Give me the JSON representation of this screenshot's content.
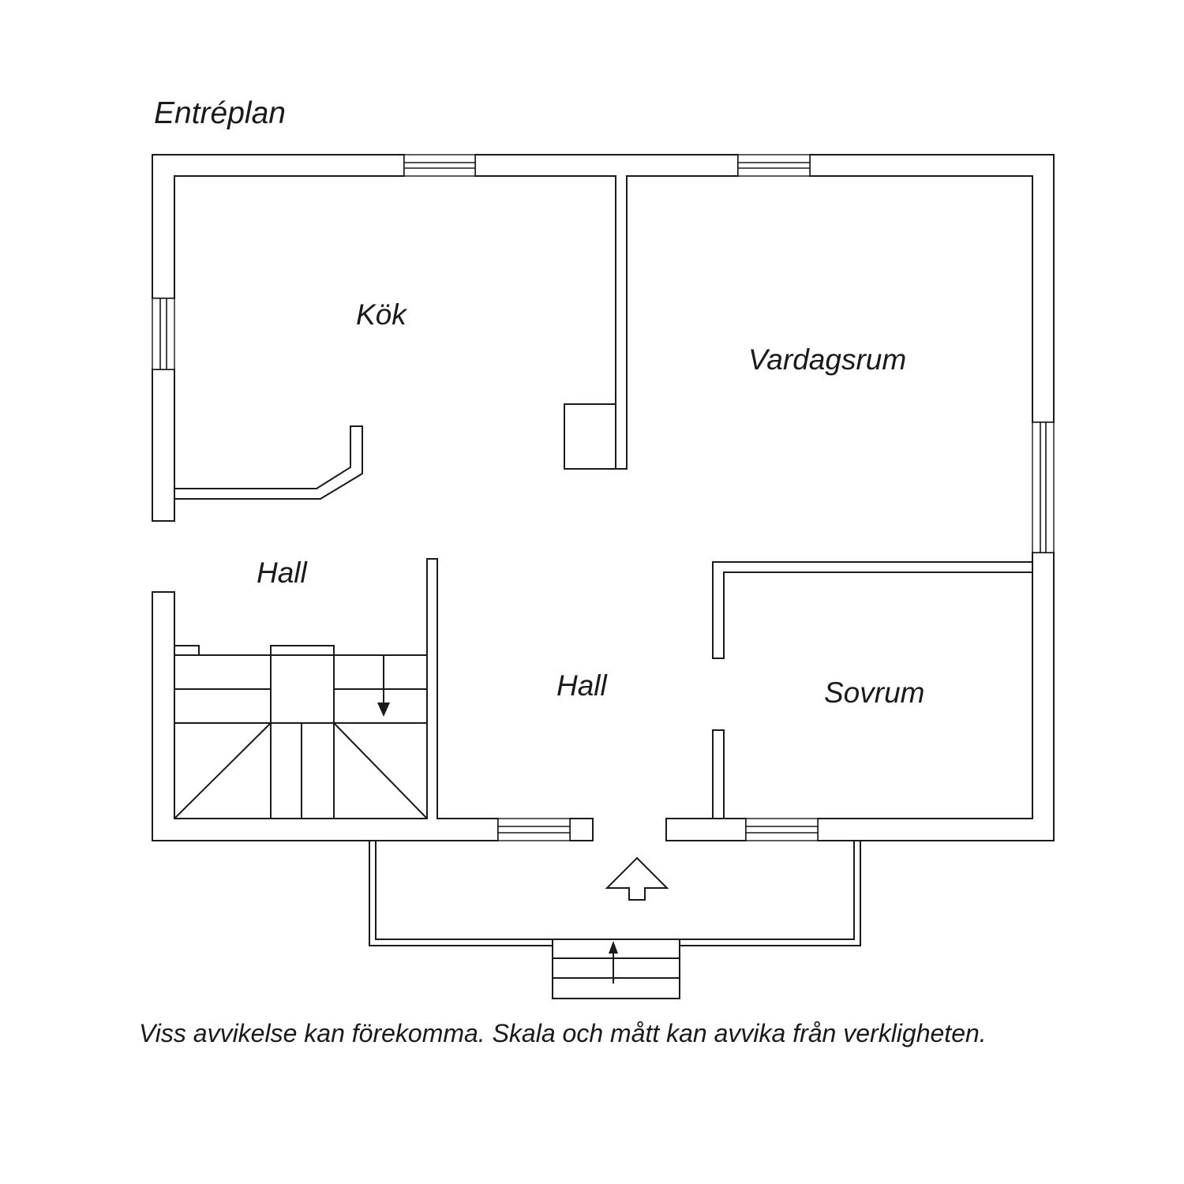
{
  "plan": {
    "title": "Entréplan",
    "rooms": {
      "kitchen": "Kök",
      "living_room": "Vardagsrum",
      "hall_upper_left": "Hall",
      "hall_center": "Hall",
      "bedroom": "Sovrum"
    },
    "disclaimer": "Viss avvikelse kan förekomma. Skala och mått kan avvika från verkligheten."
  },
  "colors": {
    "line": "#1a1a1a",
    "background": "#ffffff"
  }
}
